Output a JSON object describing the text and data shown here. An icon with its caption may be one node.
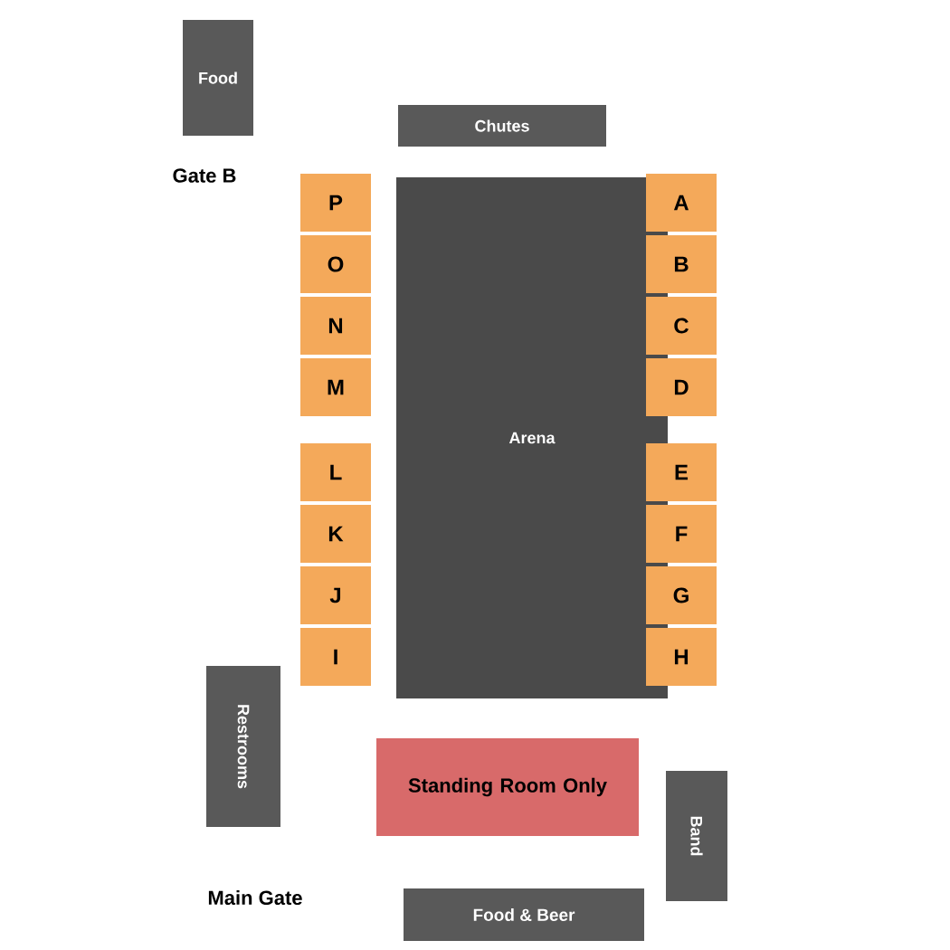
{
  "diagram": {
    "nodes": [
      {
        "text": [
          "Food"
        ]
      },
      {
        "text": [
          "Chutes"
        ]
      },
      {
        "text": [
          "Arena"
        ]
      },
      {
        "text": [
          "P"
        ]
      },
      {
        "text": [
          "O"
        ]
      },
      {
        "text": [
          "N"
        ]
      },
      {
        "text": [
          "M"
        ]
      },
      {
        "text": [
          "L"
        ]
      },
      {
        "text": [
          "K"
        ]
      },
      {
        "text": [
          "J"
        ]
      },
      {
        "text": [
          "I"
        ]
      },
      {
        "text": [
          "A"
        ]
      },
      {
        "text": [
          "B"
        ]
      },
      {
        "text": [
          "C"
        ]
      },
      {
        "text": [
          "D"
        ]
      },
      {
        "text": [
          "E"
        ]
      },
      {
        "text": [
          "F"
        ]
      },
      {
        "text": [
          "G"
        ]
      },
      {
        "text": [
          "H"
        ]
      },
      {
        "text": [
          "Restrooms"
        ]
      },
      {
        "text": [
          "Standing Room Only"
        ]
      },
      {
        "text": [
          "Band"
        ]
      },
      {
        "text": [
          "Food & Beer"
        ]
      }
    ],
    "labels": [
      "Gate B",
      "Main Gate"
    ]
  }
}
